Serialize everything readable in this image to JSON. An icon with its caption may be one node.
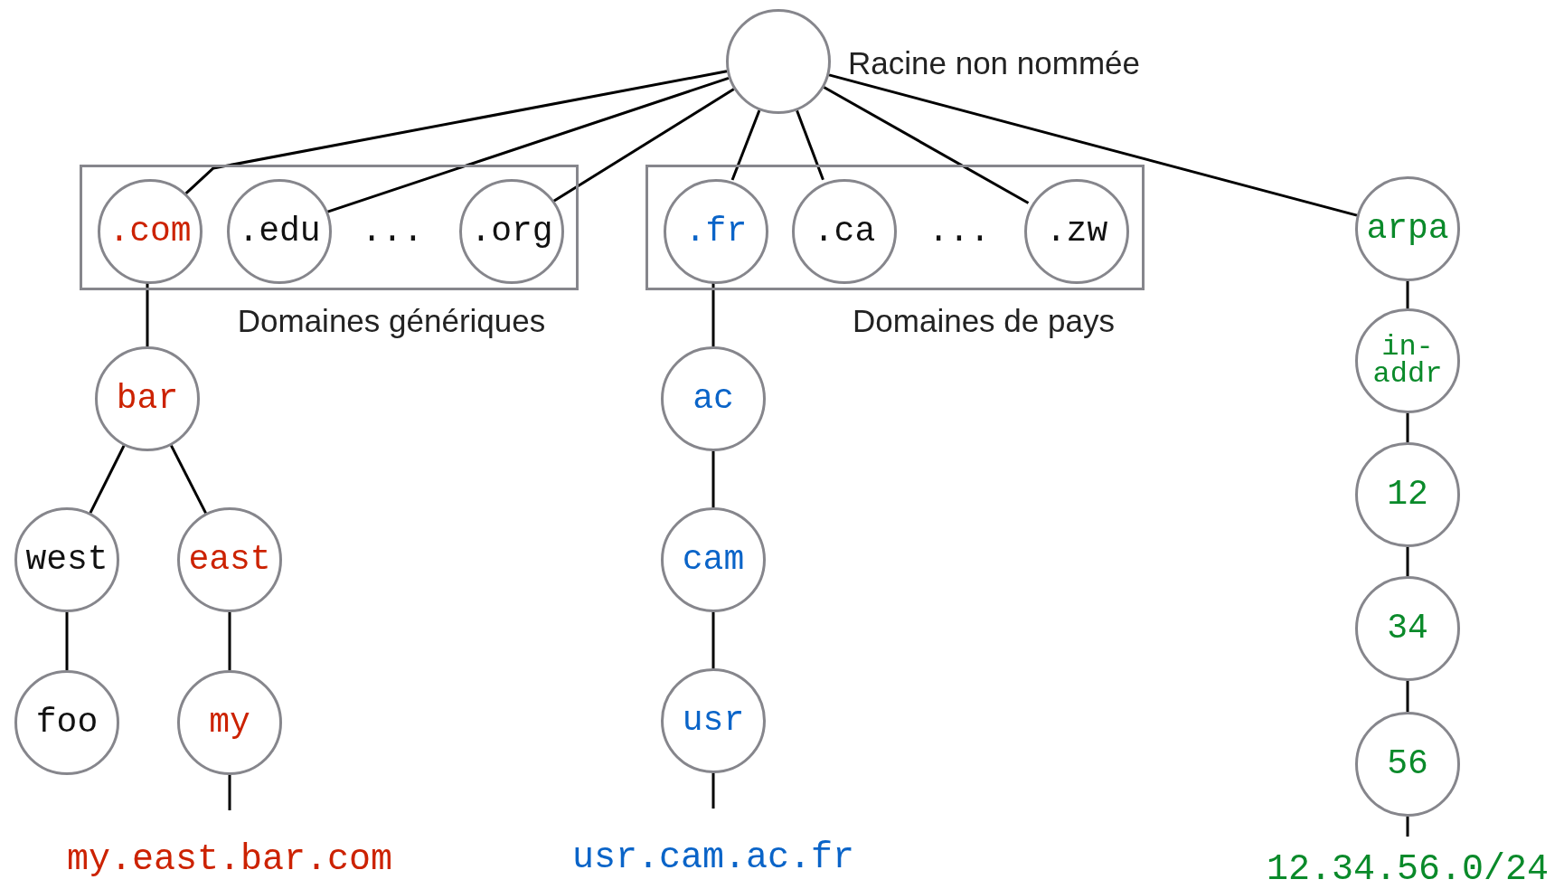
{
  "diagram": {
    "nodes": [
      {
        "text": [],
        "shape": "circle",
        "beside": [
          "Racine non nommée"
        ]
      },
      {
        "text": [
          "Domaines génériques"
        ]
      },
      {
        "text": [
          ".com"
        ],
        "in": 1
      },
      {
        "text": [
          ".edu"
        ],
        "in": 1
      },
      {
        "text": [
          ".org"
        ],
        "in": 1
      },
      {
        "text": [
          "Domaines de pays"
        ]
      },
      {
        "text": [
          ".fr"
        ],
        "in": 5
      },
      {
        "text": [
          ".ca"
        ],
        "in": 5
      },
      {
        "text": [
          ".zw"
        ],
        "in": 5
      },
      {
        "text": [
          "arpa"
        ]
      },
      {
        "text": [
          "bar"
        ]
      },
      {
        "text": [
          "west"
        ]
      },
      {
        "text": [
          "east"
        ]
      },
      {
        "text": [
          "foo"
        ]
      },
      {
        "text": [
          "my"
        ]
      },
      {
        "text": [
          "my.east.bar.com"
        ]
      },
      {
        "text": [
          "ac"
        ]
      },
      {
        "text": [
          "cam"
        ]
      },
      {
        "text": [
          "usr"
        ]
      },
      {
        "text": [
          "usr.cam.ac.fr"
        ]
      },
      {
        "text": [
          "in-addr"
        ]
      },
      {
        "text": [
          "12"
        ]
      },
      {
        "text": [
          "34"
        ]
      },
      {
        "text": [
          "56"
        ]
      },
      {
        "text": [
          "12.34.56.0/24"
        ]
      }
    ],
    "edges": [
      {
        "from": 0,
        "to": 2,
        "arrow": "none"
      },
      {
        "from": 0,
        "to": 3,
        "arrow": "none"
      },
      {
        "from": 0,
        "to": 4,
        "arrow": "none"
      },
      {
        "from": 0,
        "to": 6,
        "arrow": "none"
      },
      {
        "from": 0,
        "to": 7,
        "arrow": "none"
      },
      {
        "from": 0,
        "to": 8,
        "arrow": "none"
      },
      {
        "from": 0,
        "to": 9,
        "arrow": "none"
      },
      {
        "from": 2,
        "to": 10,
        "arrow": "none"
      },
      {
        "from": 10,
        "to": 11,
        "arrow": "none"
      },
      {
        "from": 10,
        "to": 12,
        "arrow": "none"
      },
      {
        "from": 11,
        "to": 13,
        "arrow": "none"
      },
      {
        "from": 12,
        "to": 14,
        "arrow": "none"
      },
      {
        "from": 14,
        "to": 15,
        "arrow": "none"
      },
      {
        "from": 6,
        "to": 16,
        "arrow": "none"
      },
      {
        "from": 16,
        "to": 17,
        "arrow": "none"
      },
      {
        "from": 17,
        "to": 18,
        "arrow": "none"
      },
      {
        "from": 18,
        "to": 19,
        "arrow": "none"
      },
      {
        "from": 9,
        "to": 20,
        "arrow": "none"
      },
      {
        "from": 20,
        "to": 21,
        "arrow": "none"
      },
      {
        "from": 21,
        "to": 22,
        "arrow": "none"
      },
      {
        "from": 22,
        "to": 23,
        "arrow": "none"
      },
      {
        "from": 23,
        "to": 24,
        "arrow": "none"
      }
    ],
    "labels": [
      "...",
      "..."
    ]
  }
}
